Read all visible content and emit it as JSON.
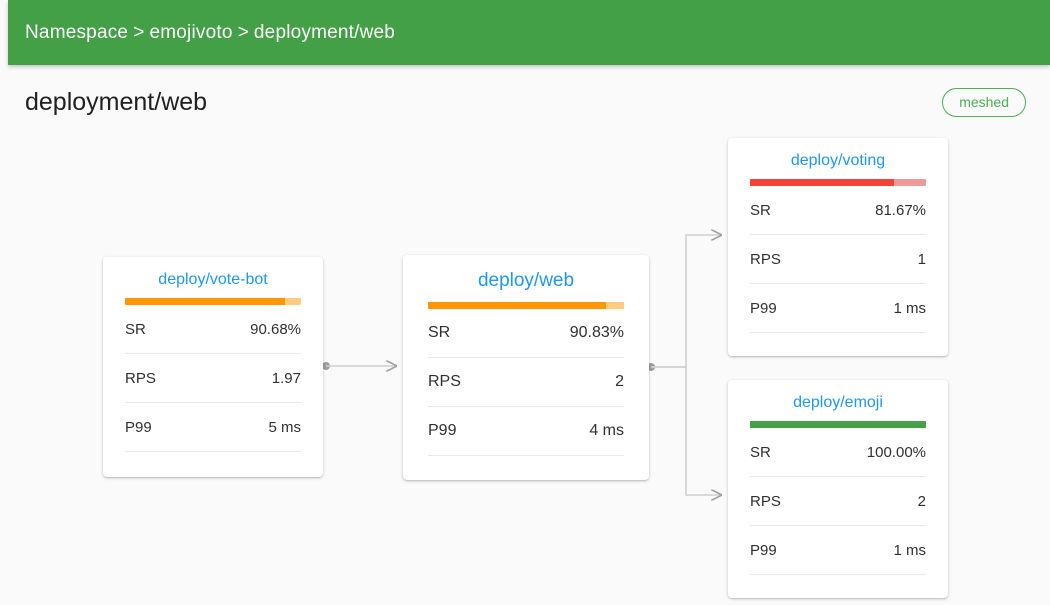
{
  "breadcrumb": {
    "items": [
      "Namespace",
      "emojivoto",
      "deployment/web"
    ],
    "separator": ">"
  },
  "header": {
    "title": "deployment/web",
    "badge": "meshed"
  },
  "colors": {
    "appbar_green": "#43a047",
    "link_blue": "#2196f3",
    "bar_orange": "#ff9800",
    "bar_orange_track": "#ffcc80",
    "bar_red": "#f44336",
    "bar_red_track": "#ef9a9a",
    "bar_green": "#43a047",
    "meshed_green": "#4caf50",
    "page_background": "#fafafa",
    "card_background": "#ffffff",
    "edge_gray": "#bdbdbd"
  },
  "metric_labels": {
    "sr": "SR",
    "rps": "RPS",
    "p99": "P99"
  },
  "graph": {
    "nodes": [
      {
        "id": "vote-bot",
        "title": "deploy/vote-bot",
        "size": "small",
        "bar": {
          "percent": 90.68,
          "fill_color": "#ff9800",
          "track_color": "#ffcc80"
        },
        "metrics": [
          {
            "label": "SR",
            "value": "90.68%"
          },
          {
            "label": "RPS",
            "value": "1.97"
          },
          {
            "label": "P99",
            "value": "5 ms"
          }
        ]
      },
      {
        "id": "web",
        "title": "deploy/web",
        "size": "large",
        "bar": {
          "percent": 90.83,
          "fill_color": "#ff9800",
          "track_color": "#ffcc80"
        },
        "metrics": [
          {
            "label": "SR",
            "value": "90.83%"
          },
          {
            "label": "RPS",
            "value": "2"
          },
          {
            "label": "P99",
            "value": "4 ms"
          }
        ]
      },
      {
        "id": "voting",
        "title": "deploy/voting",
        "size": "small",
        "bar": {
          "percent": 81.67,
          "fill_color": "#f44336",
          "track_color": "#ef9a9a"
        },
        "metrics": [
          {
            "label": "SR",
            "value": "81.67%"
          },
          {
            "label": "RPS",
            "value": "1"
          },
          {
            "label": "P99",
            "value": "1 ms"
          }
        ]
      },
      {
        "id": "emoji",
        "title": "deploy/emoji",
        "size": "small",
        "bar": {
          "percent": 100.0,
          "fill_color": "#43a047",
          "track_color": "#43a047"
        },
        "metrics": [
          {
            "label": "SR",
            "value": "100.00%"
          },
          {
            "label": "RPS",
            "value": "2"
          },
          {
            "label": "P99",
            "value": "1 ms"
          }
        ]
      }
    ],
    "edges": [
      {
        "from": "vote-bot",
        "to": "web"
      },
      {
        "from": "web",
        "to": "voting"
      },
      {
        "from": "web",
        "to": "emoji"
      }
    ]
  }
}
